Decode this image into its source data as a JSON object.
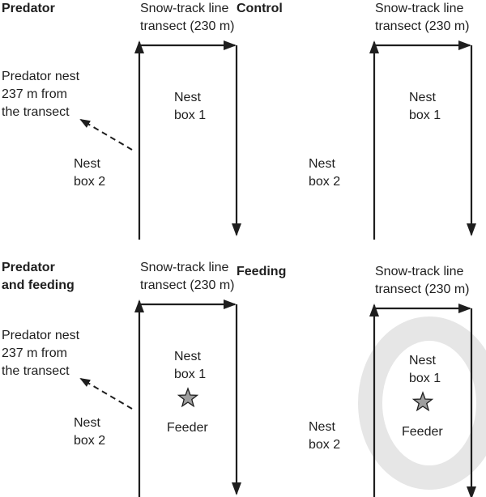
{
  "colors": {
    "ink": "#1e1e1e",
    "star_fill": "#9e9e9e",
    "watermark": "#e6e6e6"
  },
  "arrow_style": {
    "predator_arrow": "dashed",
    "transect_arrows": "solid"
  },
  "panels": [
    {
      "title": [
        "Predator"
      ],
      "transect_label": [
        "Snow-track line",
        "transect (230 m)"
      ],
      "nest_box_1": [
        "Nest",
        "box 1"
      ],
      "nest_box_2": [
        "Nest",
        "box 2"
      ],
      "predator_nest": [
        "Predator nest",
        "237 m from",
        "the transect"
      ],
      "feeder": null
    },
    {
      "title": [
        "Control"
      ],
      "transect_label": [
        "Snow-track line",
        "transect (230 m)"
      ],
      "nest_box_1": [
        "Nest",
        "box 1"
      ],
      "nest_box_2": [
        "Nest",
        "box 2"
      ],
      "predator_nest": null,
      "feeder": null
    },
    {
      "title": [
        "Predator",
        "and feeding"
      ],
      "transect_label": [
        "Snow-track line",
        "transect (230 m)"
      ],
      "nest_box_1": [
        "Nest",
        "box 1"
      ],
      "nest_box_2": [
        "Nest",
        "box 2"
      ],
      "predator_nest": [
        "Predator nest",
        "237 m from",
        "the transect"
      ],
      "feeder": {
        "label": "Feeder",
        "icon": "star-icon"
      }
    },
    {
      "title": [
        "Feeding"
      ],
      "transect_label": [
        "Snow-track line",
        "transect (230 m)"
      ],
      "nest_box_1": [
        "Nest",
        "box 1"
      ],
      "nest_box_2": [
        "Nest",
        "box 2"
      ],
      "predator_nest": null,
      "feeder": {
        "label": "Feeder",
        "icon": "star-icon"
      }
    }
  ]
}
